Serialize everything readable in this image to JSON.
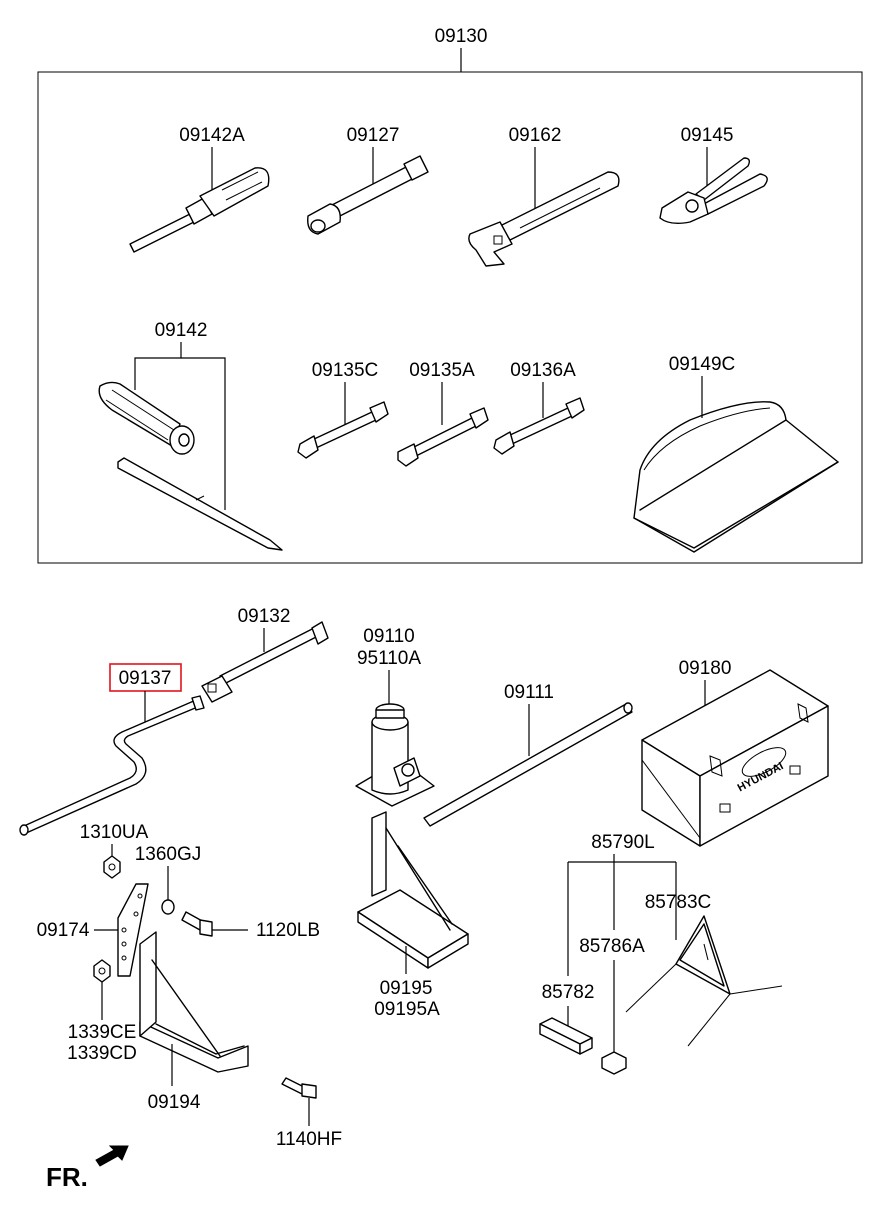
{
  "labels": {
    "kit": "09130",
    "screwdriver_a": "09142A",
    "socket_wrench": "09127",
    "adjustable_wrench": "09162",
    "pliers": "09145",
    "screwdriver": "09142",
    "wrench_c": "09135C",
    "wrench_a": "09135A",
    "wrench_136a": "09136A",
    "tool_bag": "09149C",
    "extension_bar": "09132",
    "jack_handle": "09137",
    "jack_line1": "09110",
    "jack_line2": "95110A",
    "rod": "09111",
    "tool_case": "09180",
    "nut_ua": "1310UA",
    "washer_gj": "1360GJ",
    "bracket_174": "09174",
    "bolt_lb": "1120LB",
    "nut_ce": "1339CE",
    "nut_cd": "1339CD",
    "holder_194": "09194",
    "bolt_hf": "1140HF",
    "jack_holder_line1": "09195",
    "jack_holder_line2": "09195A",
    "triangle_kit": "85790L",
    "triangle": "85783C",
    "triangle_case": "85786A",
    "triangle_pad": "85782"
  },
  "brand": "HYUNDAI",
  "orientation_label": "FR.",
  "highlight_color": "#e0141e"
}
